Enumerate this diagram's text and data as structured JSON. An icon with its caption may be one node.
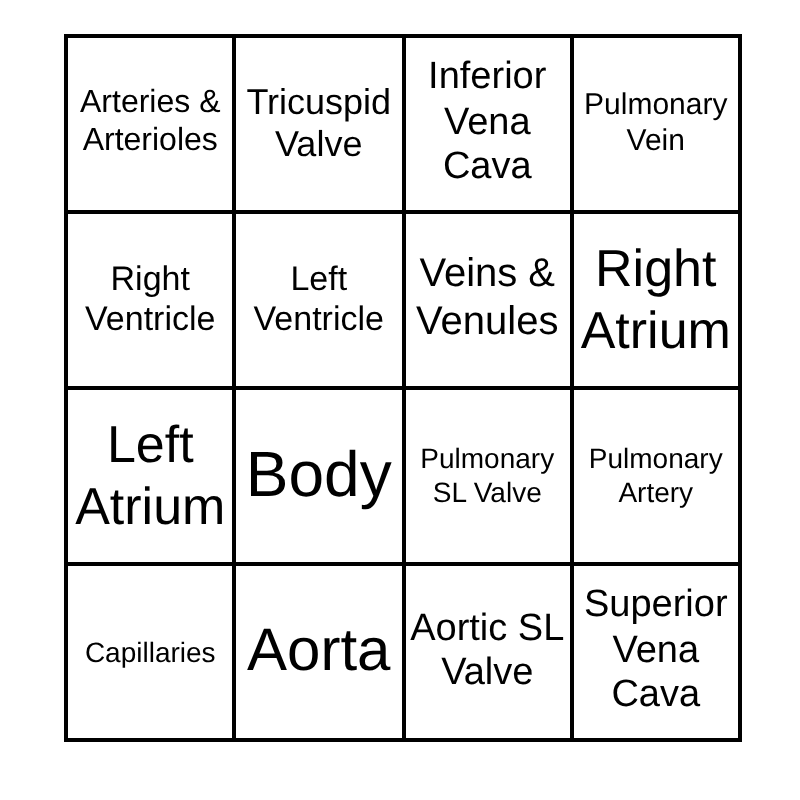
{
  "diagram": {
    "labels": [
      "Arteries & Arterioles",
      "Tricuspid Valve",
      "Inferior Vena Cava",
      "Pulmonary Vein",
      "Right Ventricle",
      "Left Ventricle",
      "Veins & Venules",
      "Right Atrium",
      "Left Atrium",
      "Body",
      "Pulmonary SL Valve",
      "Pulmonary Artery",
      "Capillaries",
      "Aorta",
      "Aortic SL Valve",
      "Superior Vena Cava"
    ]
  }
}
